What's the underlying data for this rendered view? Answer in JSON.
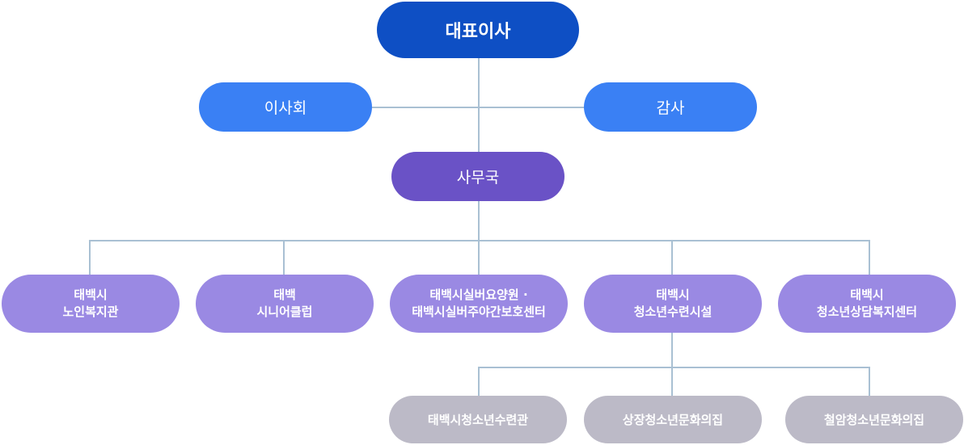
{
  "org_chart": {
    "ceo": {
      "label": "대표이사"
    },
    "board": {
      "label": "이사회"
    },
    "auditor": {
      "label": "감사"
    },
    "secretariat": {
      "label": "사무국"
    },
    "facilities": [
      {
        "line1": "태백시",
        "line2": "노인복지관"
      },
      {
        "line1": "태백",
        "line2": "시니어클럽"
      },
      {
        "line1": "태백시실버요양원 ·",
        "line2": "태백시실버주야간보호센터"
      },
      {
        "line1": "태백시",
        "line2": "청소년수련시설"
      },
      {
        "line1": "태백시",
        "line2": "청소년상담복지센터"
      }
    ],
    "youth_sub": [
      {
        "label": "태백시청소년수련관"
      },
      {
        "label": "상장청소년문화의집"
      },
      {
        "label": "철암청소년문화의집"
      }
    ]
  },
  "colors": {
    "ceo": "#0e4fc4",
    "board": "#3a80f4",
    "secretariat": "#6a52c6",
    "facility": "#9a89e3",
    "sub": "#bcbac7",
    "connector": "#a9c0d3"
  }
}
